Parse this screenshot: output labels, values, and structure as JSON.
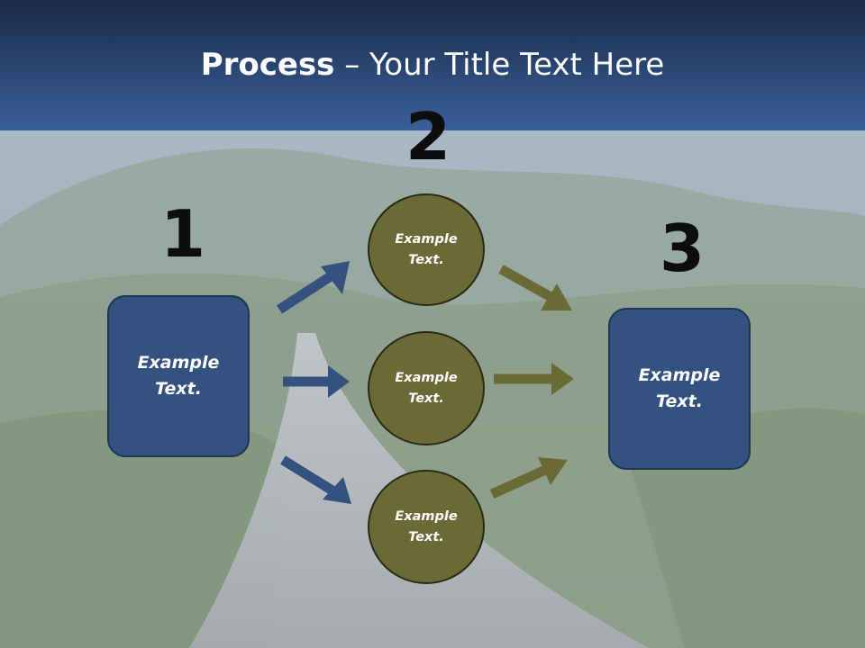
{
  "title": {
    "bold": "Process",
    "rest": " – Your Title Text Here"
  },
  "steps": {
    "one": "1",
    "two": "2",
    "three": "3"
  },
  "boxes": {
    "left": "Example\nText.",
    "right": "Example\nText."
  },
  "circles": {
    "top": "Example\nText.",
    "middle": "Example\nText.",
    "bottom": "Example\nText."
  },
  "colors": {
    "title_bar": "#2b4775",
    "box_fill": "#34527f",
    "circle_fill": "#6a6a37",
    "arrow_blue": "#34527f",
    "arrow_olive": "#6a6a37"
  }
}
